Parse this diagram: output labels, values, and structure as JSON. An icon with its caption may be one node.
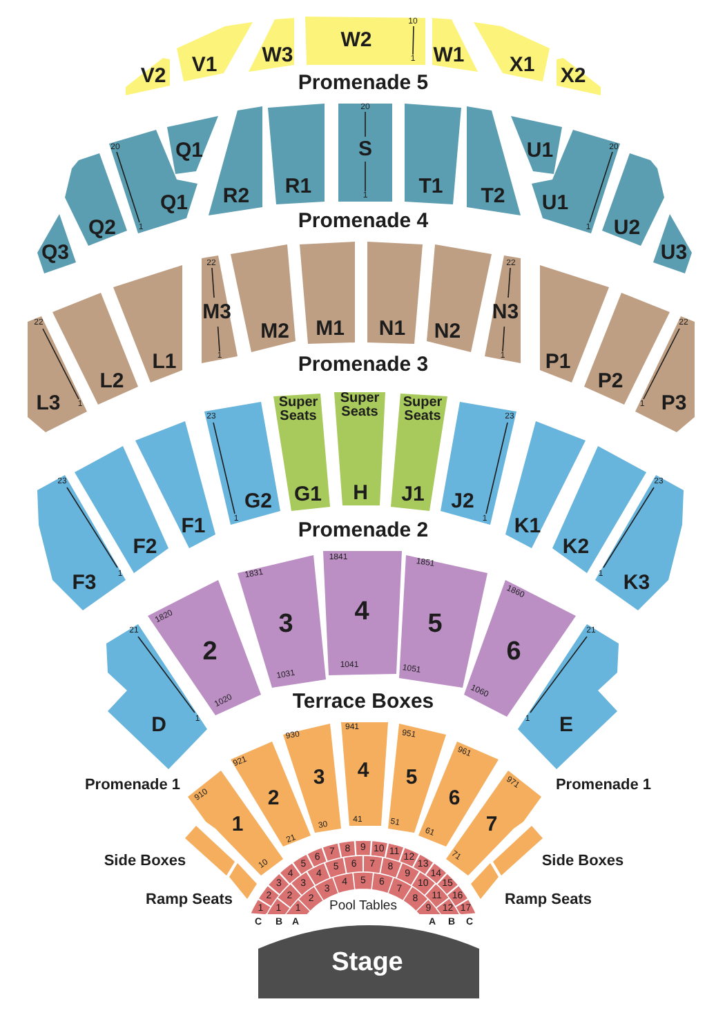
{
  "diagram": {
    "nodes": [
      {
        "text": [
          "V2"
        ]
      },
      {
        "text": [
          "V1"
        ]
      },
      {
        "text": [
          "W3"
        ]
      },
      {
        "text": [
          "10",
          "W2",
          "1"
        ]
      },
      {
        "text": [
          "W1"
        ]
      },
      {
        "text": [
          "X1"
        ]
      },
      {
        "text": [
          "X2"
        ]
      },
      {
        "text": [
          "Q3"
        ]
      },
      {
        "text": [
          "Q2"
        ]
      },
      {
        "text": [
          "20",
          "Q1",
          "1"
        ]
      },
      {
        "text": [
          "Q1"
        ]
      },
      {
        "text": [
          "R2"
        ]
      },
      {
        "text": [
          "R1"
        ]
      },
      {
        "text": [
          "20",
          "S",
          "1"
        ]
      },
      {
        "text": [
          "T1"
        ]
      },
      {
        "text": [
          "T2"
        ]
      },
      {
        "text": [
          "U1"
        ]
      },
      {
        "text": [
          "20",
          "U1",
          "1"
        ]
      },
      {
        "text": [
          "U2"
        ]
      },
      {
        "text": [
          "U3"
        ]
      },
      {
        "text": [
          "22",
          "L3",
          "1"
        ]
      },
      {
        "text": [
          "L2"
        ]
      },
      {
        "text": [
          "L1"
        ]
      },
      {
        "text": [
          "22",
          "M3",
          "1"
        ]
      },
      {
        "text": [
          "M2"
        ]
      },
      {
        "text": [
          "M1"
        ]
      },
      {
        "text": [
          "N1"
        ]
      },
      {
        "text": [
          "N2"
        ]
      },
      {
        "text": [
          "22",
          "N3",
          "1"
        ]
      },
      {
        "text": [
          "P1"
        ]
      },
      {
        "text": [
          "P2"
        ]
      },
      {
        "text": [
          "22",
          "1",
          "P3"
        ]
      },
      {
        "text": [
          "23",
          "F3",
          "1"
        ]
      },
      {
        "text": [
          "F2"
        ]
      },
      {
        "text": [
          "F1"
        ]
      },
      {
        "text": [
          "23",
          "G2",
          "1"
        ]
      },
      {
        "text": [
          "Super Seats",
          "G1"
        ]
      },
      {
        "text": [
          "Super Seats",
          "H"
        ]
      },
      {
        "text": [
          "Super Seats",
          "J1"
        ]
      },
      {
        "text": [
          "23",
          "J2",
          "1"
        ]
      },
      {
        "text": [
          "K1"
        ]
      },
      {
        "text": [
          "K2"
        ]
      },
      {
        "text": [
          "23",
          "1",
          "K3"
        ]
      },
      {
        "text": [
          "21",
          "D",
          "1"
        ]
      },
      {
        "text": [
          "1820",
          "2",
          "1020"
        ]
      },
      {
        "text": [
          "1831",
          "3",
          "1031"
        ]
      },
      {
        "text": [
          "1841",
          "4",
          "1041"
        ]
      },
      {
        "text": [
          "1851",
          "5",
          "1051"
        ]
      },
      {
        "text": [
          "1860",
          "6",
          "1060"
        ]
      },
      {
        "text": [
          "21",
          "1",
          "E"
        ]
      },
      {
        "text": [
          "910",
          "1",
          "10"
        ]
      },
      {
        "text": [
          "921",
          "2",
          "21"
        ]
      },
      {
        "text": [
          "930",
          "3",
          "30"
        ]
      },
      {
        "text": [
          "941",
          "4",
          "41"
        ]
      },
      {
        "text": [
          "951",
          "5",
          "51"
        ]
      },
      {
        "text": [
          "961",
          "6",
          "61"
        ]
      },
      {
        "text": [
          "971",
          "7",
          "71"
        ]
      },
      {
        "text": [],
        "shape": "box",
        "beside": [
          "Side Boxes"
        ]
      },
      {
        "text": [],
        "shape": "box",
        "beside": [
          "Ramp Seats"
        ]
      },
      {
        "text": [],
        "shape": "box",
        "beside": [
          "Side Boxes"
        ]
      },
      {
        "text": [],
        "shape": "box",
        "beside": [
          "Ramp Seats"
        ]
      },
      {
        "text": [
          "1"
        ]
      },
      {
        "text": [
          "2"
        ]
      },
      {
        "text": [
          "3"
        ]
      },
      {
        "text": [
          "4"
        ]
      },
      {
        "text": [
          "5"
        ]
      },
      {
        "text": [
          "6"
        ]
      },
      {
        "text": [
          "7"
        ]
      },
      {
        "text": [
          "8"
        ]
      },
      {
        "text": [
          "9"
        ]
      },
      {
        "text": [
          "10"
        ]
      },
      {
        "text": [
          "11"
        ]
      },
      {
        "text": [
          "12"
        ]
      },
      {
        "text": [
          "13"
        ]
      },
      {
        "text": [
          "14"
        ]
      },
      {
        "text": [
          "15"
        ]
      },
      {
        "text": [
          "16"
        ]
      },
      {
        "text": [
          "17"
        ]
      },
      {
        "text": [
          "1"
        ]
      },
      {
        "text": [
          "2"
        ]
      },
      {
        "text": [
          "3"
        ]
      },
      {
        "text": [
          "4"
        ]
      },
      {
        "text": [
          "5"
        ]
      },
      {
        "text": [
          "6"
        ]
      },
      {
        "text": [
          "7"
        ]
      },
      {
        "text": [
          "8"
        ]
      },
      {
        "text": [
          "9"
        ]
      },
      {
        "text": [
          "10"
        ]
      },
      {
        "text": [
          "11"
        ]
      },
      {
        "text": [
          "12"
        ]
      },
      {
        "text": [
          "1"
        ]
      },
      {
        "text": [
          "2"
        ]
      },
      {
        "text": [
          "3"
        ]
      },
      {
        "text": [
          "4"
        ]
      },
      {
        "text": [
          "5"
        ]
      },
      {
        "text": [
          "6"
        ]
      },
      {
        "text": [
          "7"
        ]
      },
      {
        "text": [
          "8"
        ]
      },
      {
        "text": [
          "9"
        ]
      },
      {
        "text": [
          "Stage"
        ]
      }
    ],
    "labels": [
      "Promenade 5",
      "Promenade 4",
      "Promenade 3",
      "Promenade 2",
      "Terrace Boxes",
      "Promenade 1",
      "Promenade 1",
      "Pool Tables",
      "C",
      "B",
      "A",
      "A",
      "B",
      "C"
    ]
  }
}
